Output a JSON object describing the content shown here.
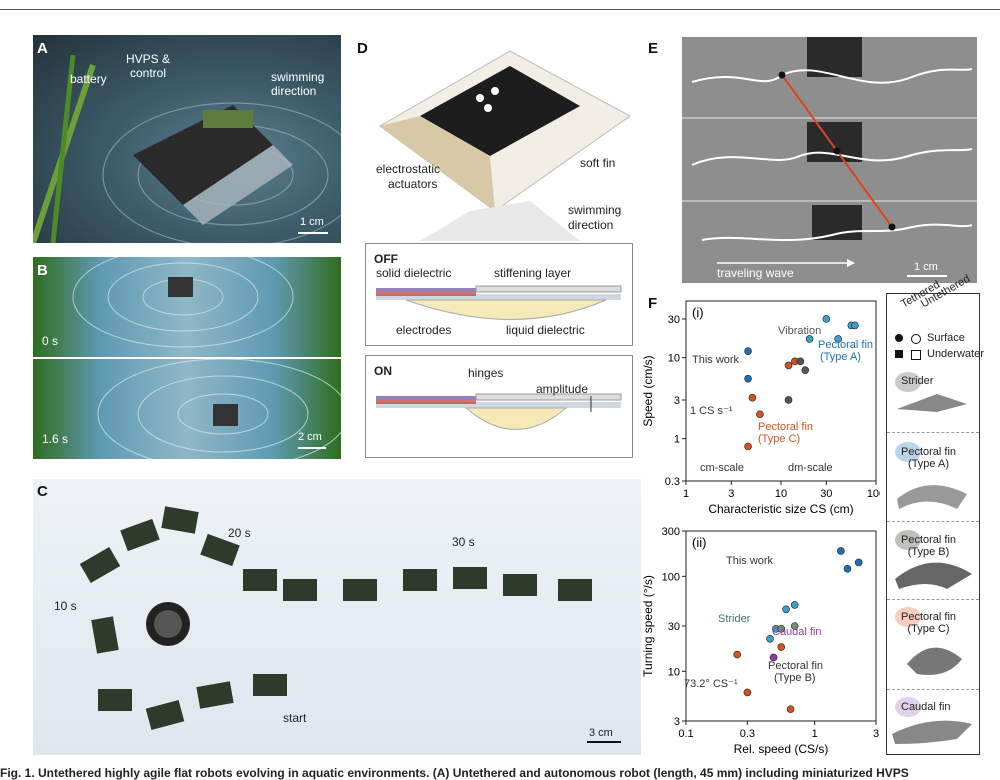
{
  "panels": {
    "A": {
      "label": "A",
      "annotations": [
        "battery",
        "HVPS &",
        "control",
        "swimming",
        "direction"
      ],
      "scale": "1 cm"
    },
    "B": {
      "label": "B",
      "time1": "0 s",
      "time2": "1.6 s",
      "scale": "2 cm"
    },
    "C": {
      "label": "C",
      "times": [
        "20 s",
        "30 s",
        "10 s"
      ],
      "start": "start",
      "scale": "3 cm"
    },
    "D": {
      "label": "D",
      "annotations": [
        "electrostatic",
        "actuators",
        "soft fin",
        "swimming",
        "direction"
      ],
      "off": {
        "title": "OFF",
        "labels": [
          "solid dielectric",
          "stiffening layer",
          "electrodes",
          "liquid dielectric"
        ]
      },
      "on": {
        "title": "ON",
        "labels": [
          "hinges",
          "amplitude"
        ]
      }
    },
    "E": {
      "label": "E",
      "wave": "traveling wave",
      "scale": "1 cm"
    },
    "F": {
      "label": "F"
    }
  },
  "legend": {
    "tethered": "Tethered",
    "untethered": "Untethered",
    "surface": "Surface",
    "underwater": "Underwater",
    "items": [
      "Strider",
      "Pectoral fin\n(Type A)",
      "Pectoral fin\n(Type B)",
      "Pectoral fin\n(Type C)",
      "Caudal fin"
    ],
    "colors": {
      "strider": "#9aa39c",
      "typeA": "#7fb3d4",
      "typeB": "#8f8a85",
      "typeC": "#f0a58a",
      "caudal": "#c9a9d8"
    }
  },
  "chart_data": [
    {
      "type": "scatter",
      "title": "(i)",
      "xlabel": "Characteristic size CS (cm)",
      "ylabel": "Speed (cm/s)",
      "xscale": "log",
      "yscale": "log",
      "xlim": [
        1,
        100
      ],
      "ylim": [
        0.3,
        50
      ],
      "xticks": [
        "1",
        "3",
        "10",
        "30",
        "100"
      ],
      "yticks": [
        "0.3",
        "1",
        "3",
        "10",
        "30"
      ],
      "annotations": [
        "This work",
        "Vibration",
        "Pectoral fin",
        "(Type A)",
        "Pectoral fin",
        "(Type C)",
        "1 CS s⁻¹",
        "cm-scale",
        "dm-scale"
      ],
      "series": [
        {
          "name": "This work",
          "color": "#1f6fb5",
          "x": [
            4.5,
            4.5
          ],
          "y": [
            12,
            5.5
          ]
        },
        {
          "name": "Pectoral fin (Type A)",
          "color": "#3aa0c9",
          "x": [
            30,
            40,
            55,
            60,
            20
          ],
          "y": [
            30,
            17,
            25,
            25,
            17
          ]
        },
        {
          "name": "Pectoral fin (Type C)",
          "color": "#d2531f",
          "x": [
            5,
            6,
            12,
            14,
            4.5
          ],
          "y": [
            3.2,
            2,
            8,
            9,
            0.8
          ]
        },
        {
          "name": "Vibration",
          "color": "#555555",
          "x": [
            12,
            16,
            18
          ],
          "y": [
            3,
            9,
            7
          ]
        }
      ]
    },
    {
      "type": "scatter",
      "title": "(ii)",
      "xlabel": "Rel. speed (CS/s)",
      "ylabel": "Turning speed (°/s)",
      "xscale": "log",
      "yscale": "log",
      "xlim": [
        0.1,
        3
      ],
      "ylim": [
        3,
        300
      ],
      "xticks": [
        "0.1",
        "0.3",
        "1",
        "3"
      ],
      "yticks": [
        "3",
        "10",
        "30",
        "100",
        "300"
      ],
      "annotations": [
        "This work",
        "Strider",
        "Caudal fin",
        "Pectoral fin",
        "(Type B)",
        "73.2° CS⁻¹"
      ],
      "series": [
        {
          "name": "This work",
          "color": "#1f6fb5",
          "x": [
            1.6,
            2.2,
            1.8
          ],
          "y": [
            185,
            140,
            120
          ]
        },
        {
          "name": "Pectoral fin (Type A)",
          "color": "#3aa0c9",
          "x": [
            0.6,
            0.7,
            0.45,
            0.5
          ],
          "y": [
            45,
            50,
            22,
            28
          ]
        },
        {
          "name": "Strider",
          "color": "#6e8f7c",
          "x": [
            0.55,
            0.7
          ],
          "y": [
            28,
            30
          ]
        },
        {
          "name": "Caudal fin",
          "color": "#8b3fa5",
          "x": [
            0.48
          ],
          "y": [
            14
          ]
        },
        {
          "name": "Pectoral fin (Type B)",
          "color": "#d2531f",
          "x": [
            0.25,
            0.3,
            0.55,
            0.65
          ],
          "y": [
            15,
            6,
            18,
            4
          ]
        }
      ]
    }
  ],
  "caption": "Fig. 1. Untethered highly agile flat robots evolving in aquatic environments. (A) Untethered and autonomous robot (length, 45 mm) including miniaturized HVPS"
}
